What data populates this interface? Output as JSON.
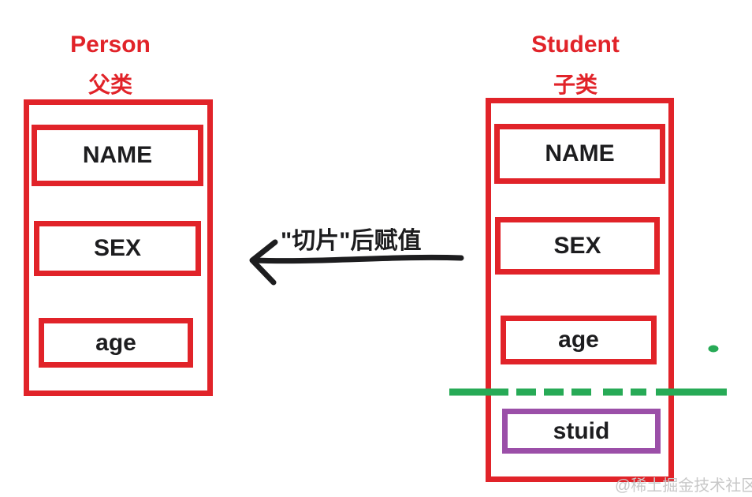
{
  "diagram": {
    "person": {
      "title": "Person",
      "subtitle": "父类",
      "fields": [
        "NAME",
        "SEX",
        "age"
      ]
    },
    "student": {
      "title": "Student",
      "subtitle": "子类",
      "fields": [
        "NAME",
        "SEX",
        "age"
      ],
      "extra_field": "stuid"
    },
    "arrow_label": "\"切片\"后赋值",
    "watermark": "@稀土掘金技术社区",
    "colors": {
      "class_border_red": "#e12329",
      "slice_line_green": "#27aa56",
      "stuid_border_purple": "#9b4fa8",
      "arrow_black": "#1d1d1f",
      "watermark_gray": "#c8c8c8"
    }
  }
}
